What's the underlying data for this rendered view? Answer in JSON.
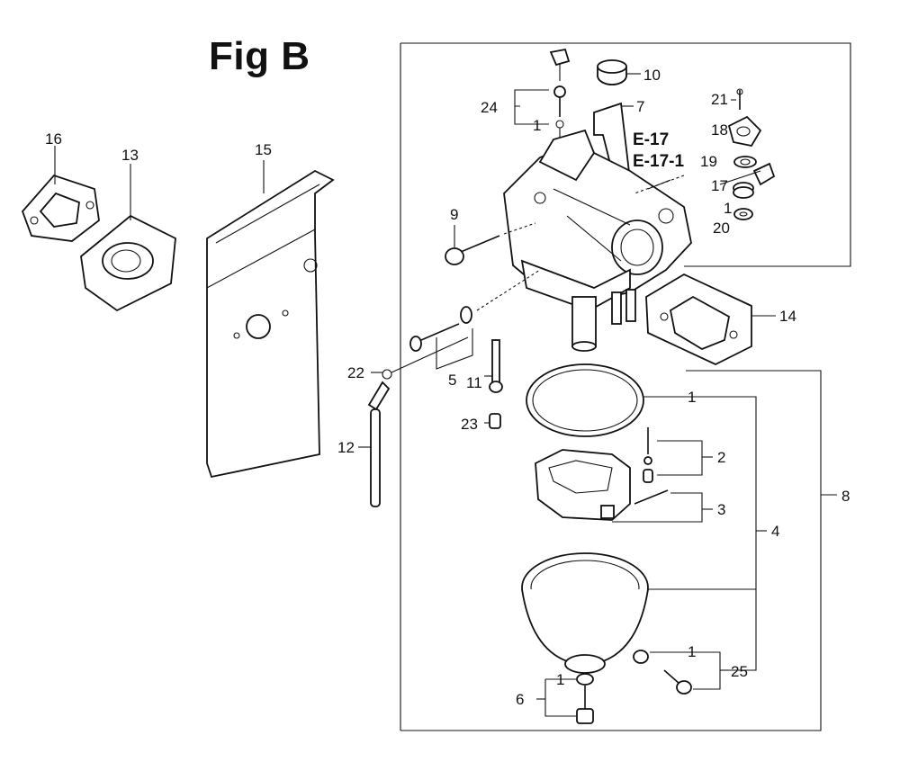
{
  "figure": {
    "title": "Fig B"
  },
  "references": {
    "ref_e17": "E-17",
    "ref_e171": "E-17-1"
  },
  "callouts": {
    "c16": "16",
    "c13": "13",
    "c15": "15",
    "c10": "10",
    "c24": "24",
    "c1_top": "1",
    "c7": "7",
    "c21": "21",
    "c18": "18",
    "c19": "19",
    "c17": "17",
    "c1_right": "1",
    "c20": "20",
    "c9": "9",
    "c14": "14",
    "c22": "22",
    "c5": "5",
    "c11": "11",
    "c23": "23",
    "c12": "12",
    "c1_gasket": "1",
    "c2": "2",
    "c3": "3",
    "c4": "4",
    "c8": "8",
    "c1_bowl": "1",
    "c25": "25",
    "c1_drain": "1",
    "c6": "6"
  }
}
